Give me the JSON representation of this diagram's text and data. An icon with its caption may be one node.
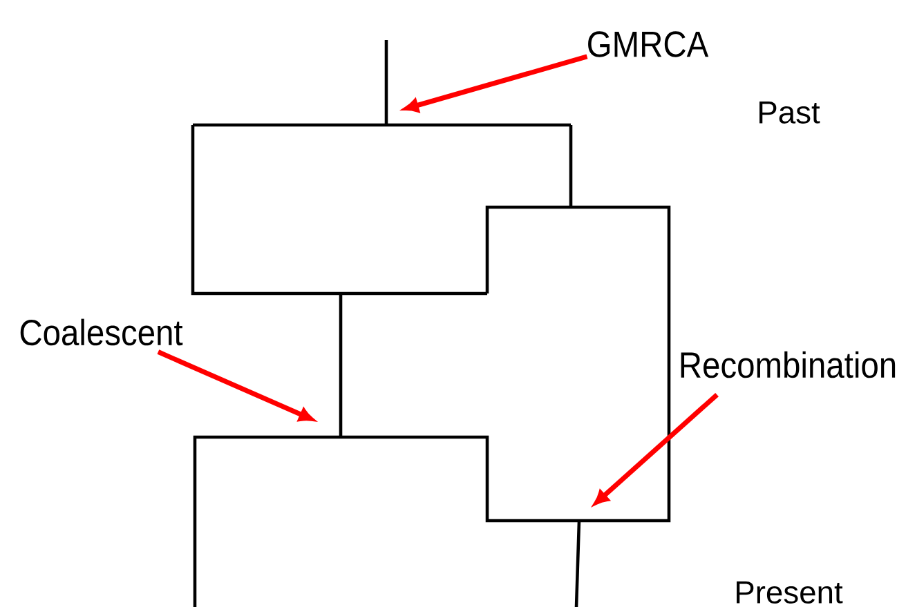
{
  "diagram": {
    "nodes": [
      {
        "text": [
          "GMRCA"
        ]
      },
      {
        "text": [
          "Coalescent"
        ]
      },
      {
        "text": [
          "Recombination"
        ]
      }
    ],
    "edges": [
      {
        "from": 0,
        "to": null,
        "arrow": "to",
        "color": "#ff0000"
      },
      {
        "from": 1,
        "to": null,
        "arrow": "to",
        "color": "#ff0000"
      },
      {
        "from": 2,
        "to": null,
        "arrow": "to",
        "color": "#ff0000"
      }
    ],
    "labels": [
      "Past",
      "Present"
    ]
  }
}
